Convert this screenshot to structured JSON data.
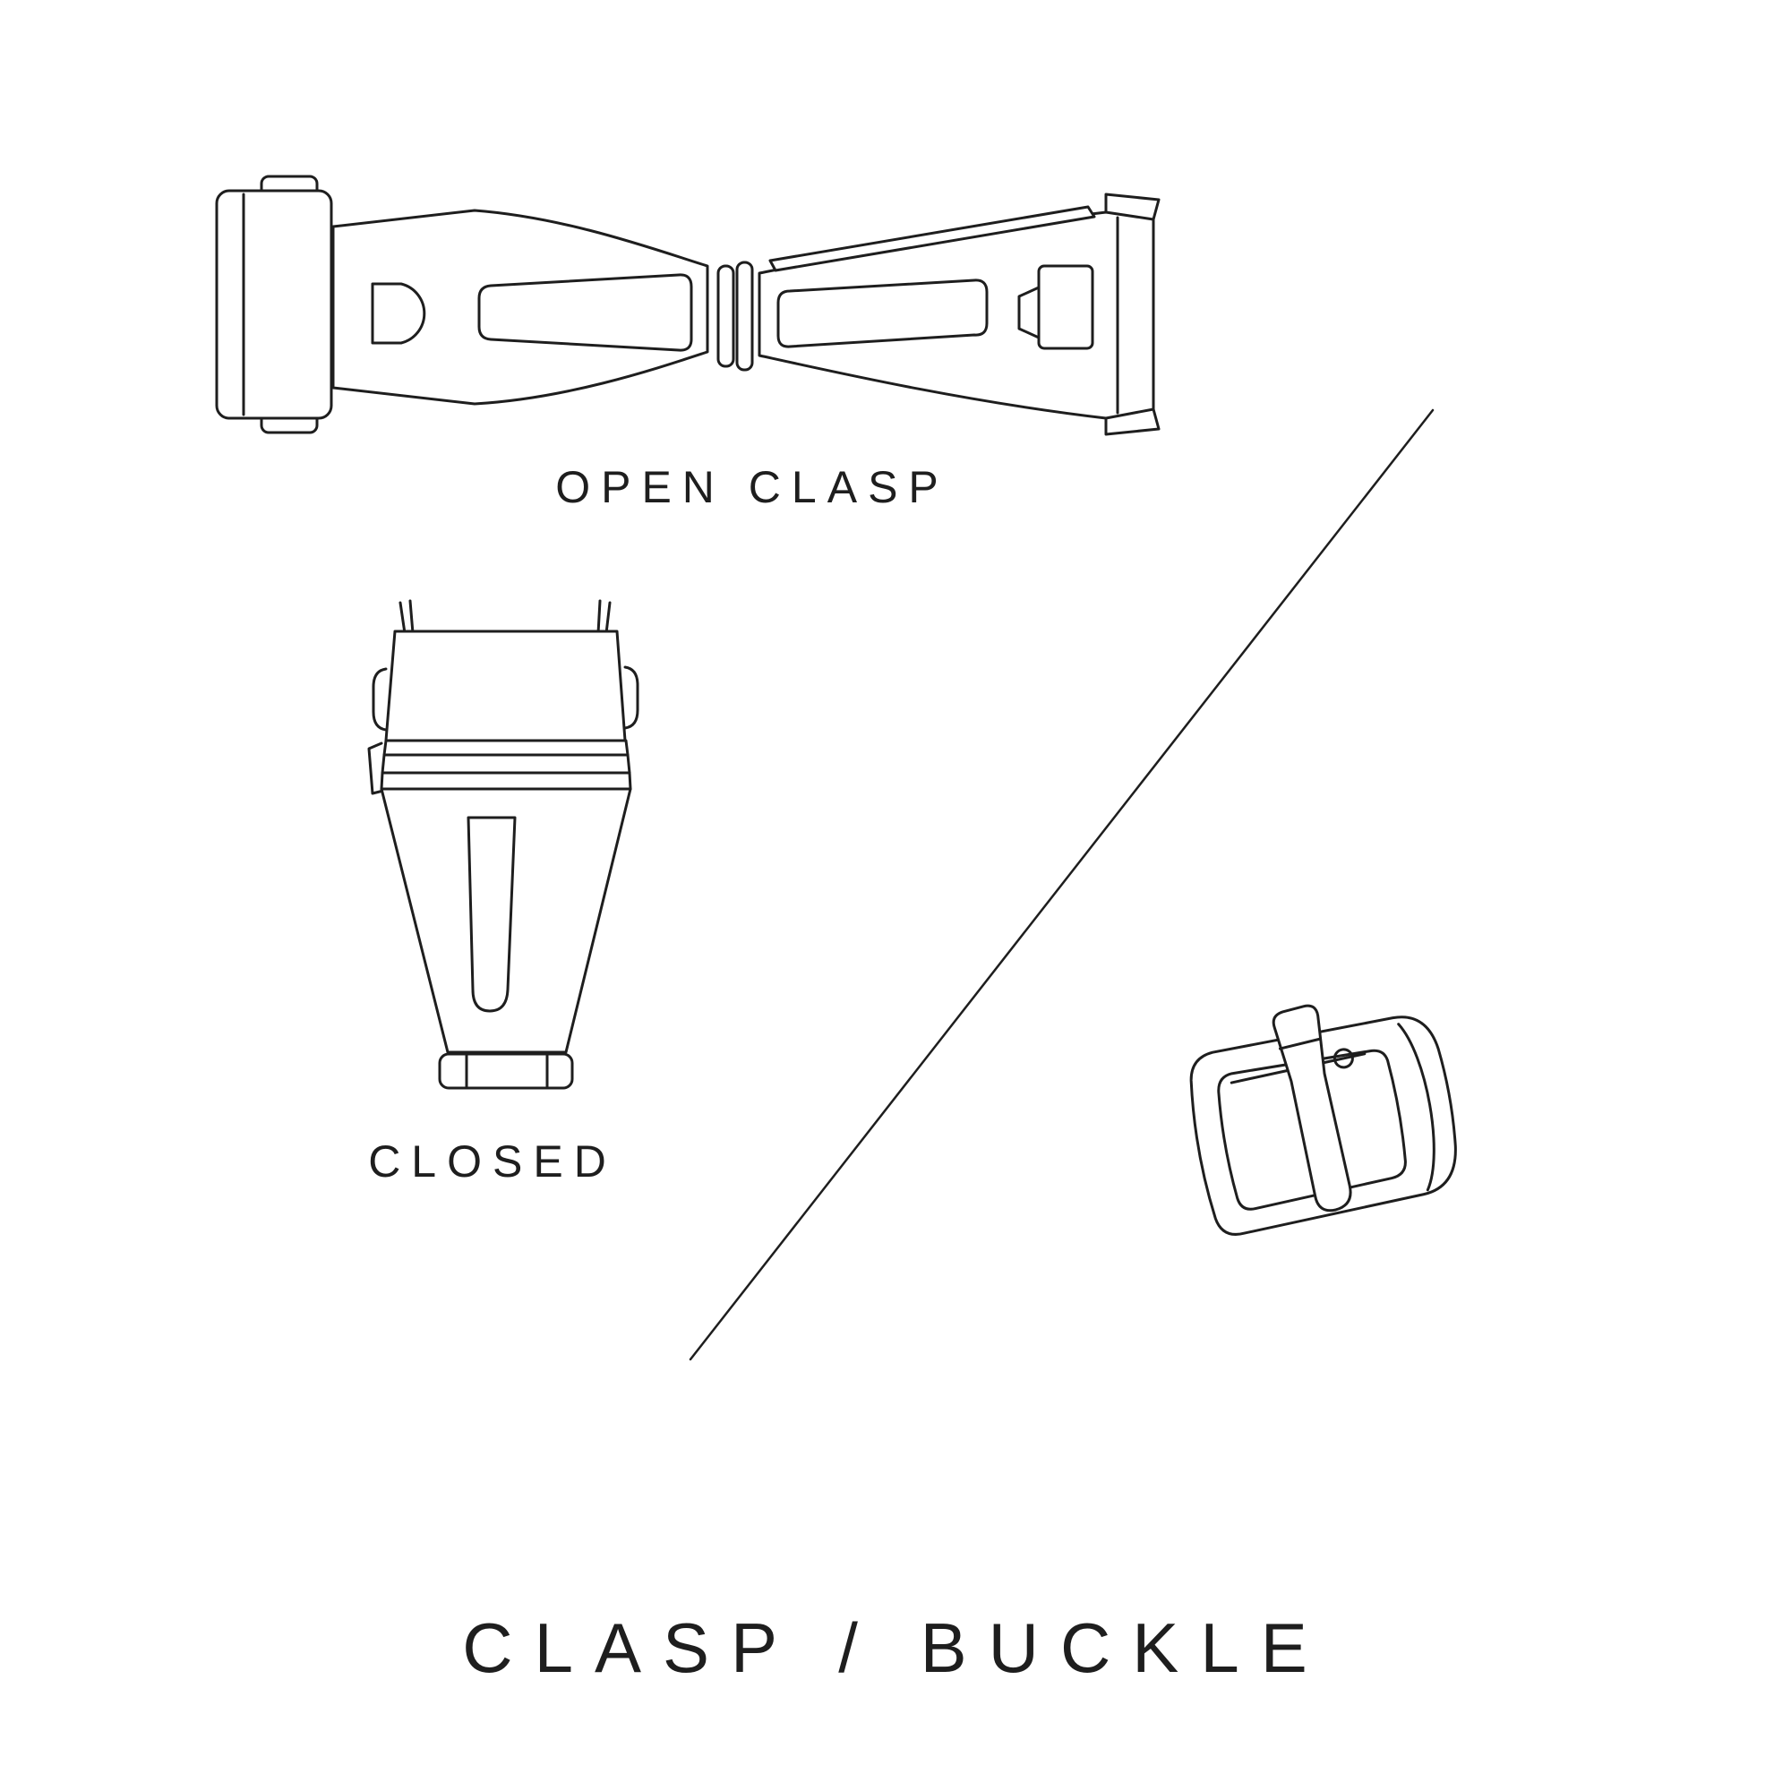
{
  "page": {
    "background_color": "#ffffff",
    "ink_color": "#1e1e1e"
  },
  "title": "CLASP / BUCKLE",
  "labels": {
    "open_clasp": "OPEN CLASP",
    "closed": "CLOSED"
  },
  "illustrations": {
    "open_clasp": "open-clasp-line-drawing",
    "closed_clasp": "closed-clasp-line-drawing",
    "tang_buckle": "tang-buckle-line-drawing",
    "divider": "diagonal-divider-line"
  }
}
